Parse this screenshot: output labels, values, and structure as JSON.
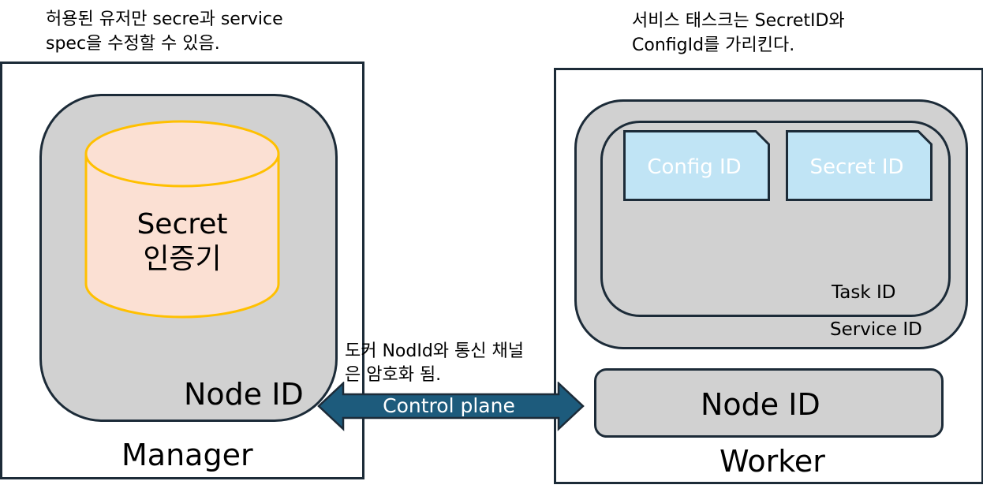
{
  "notes": {
    "left_line1": "허용된 유저만 secre과 service",
    "left_line2": "spec을 수정할 수 있음.",
    "right_line1": "서비스 태스크는 SecretID와",
    "right_line2": "ConfigId를 가리킨다.",
    "channel_line1": "도커 NodId와 통신 채널",
    "channel_line2": "은 암호화 됨."
  },
  "manager": {
    "label": "Manager",
    "node_id": "Node ID",
    "db_line1": "Secret",
    "db_line2": "인증기"
  },
  "worker": {
    "label": "Worker",
    "node_id": "Node ID",
    "service_id": "Service ID",
    "task_id": "Task ID",
    "config_id": "Config ID",
    "secret_id": "Secret ID"
  },
  "control_plane": {
    "label": "Control plane"
  },
  "colors": {
    "border": "#1c2b38",
    "node_gray": "#d1d1d1",
    "db_fill": "#fbe0d3",
    "db_stroke": "#ffc000",
    "doc_fill": "#c0e4f5",
    "arrow_fill": "#1d5b7c"
  }
}
